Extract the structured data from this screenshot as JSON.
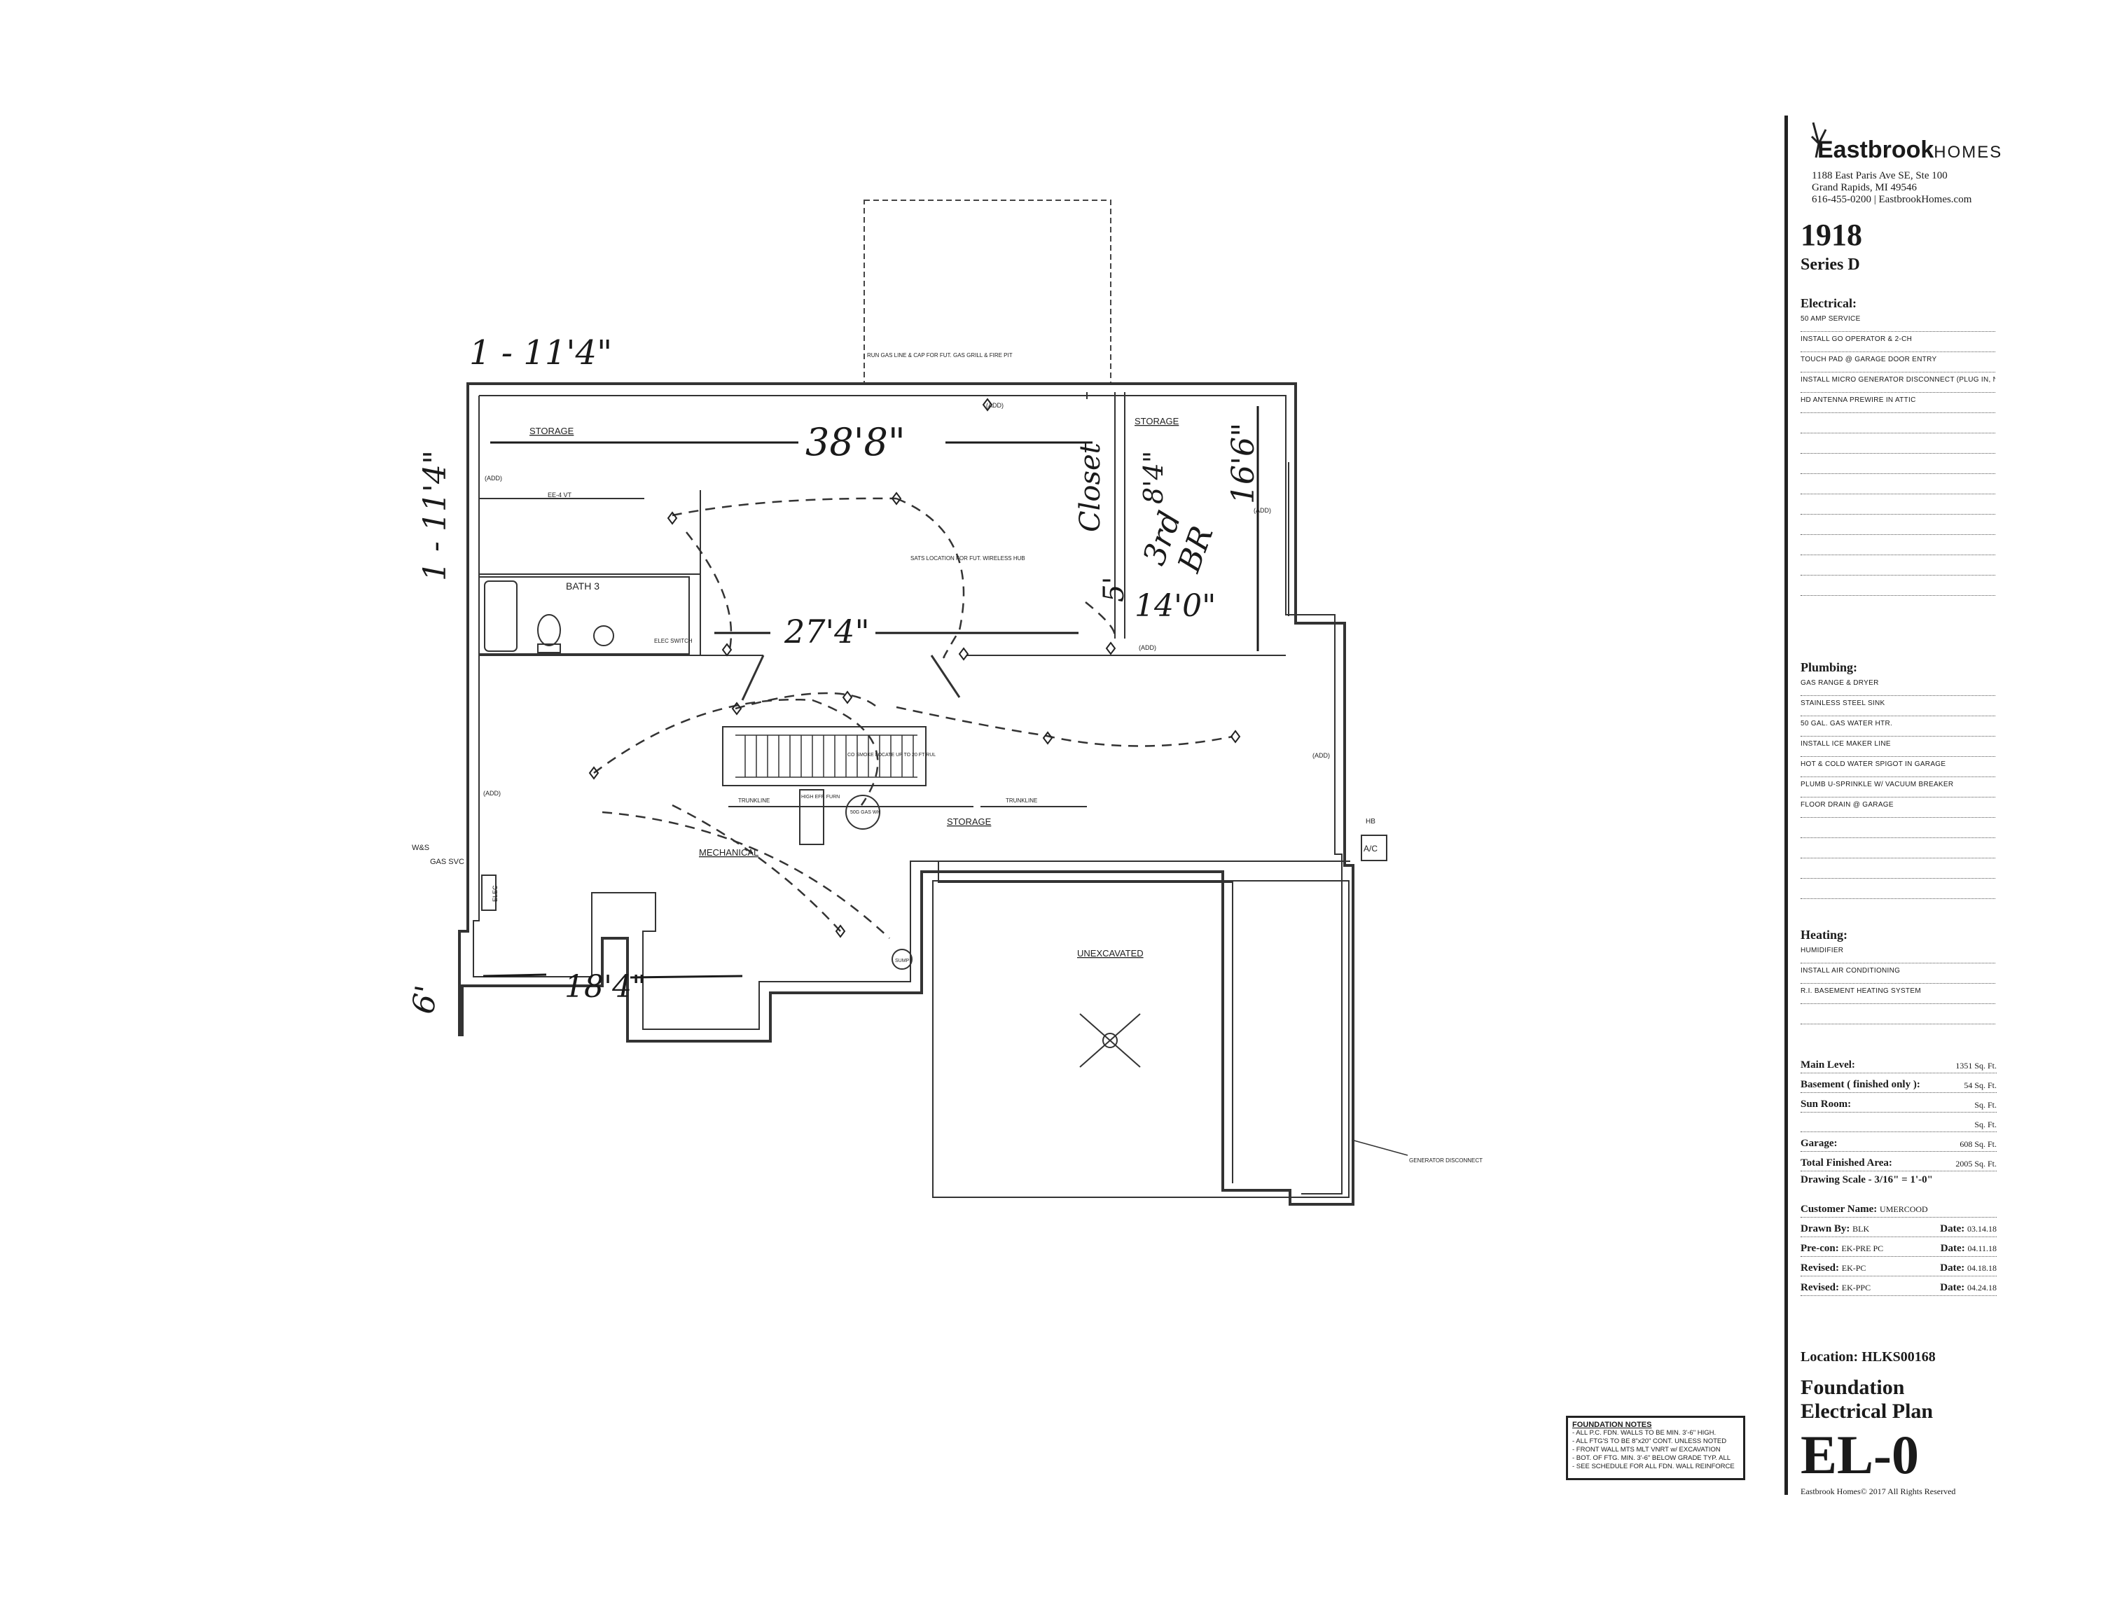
{
  "plan": {
    "rooms": {
      "storage_top_left": "STORAGE",
      "storage_top_right": "STORAGE",
      "bath": "BATH 3",
      "mechanical": "MECHANICAL",
      "storage_mid": "STORAGE",
      "unexcavated": "UNEXCAVATED"
    },
    "notes_small": {
      "gas_line": "RUN GAS LINE & CAP FOR FUT. GAS GRILL & FIRE PIT",
      "sats": "SATS LOCATION FOR FUT. WIRELESS HUB",
      "add": "(ADD)",
      "ee_vt": "EE-4 VT",
      "switch": "ELEC SWITCH",
      "trunk_left": "TRUNKLINE",
      "trunk_right": "TRUNKLINE",
      "ws": "W&S",
      "gas_svc": "GAS SVC",
      "elec": "ELEC",
      "ac": "A/C",
      "hb": "HB",
      "generator": "GENERATOR DISCONNECT",
      "gas_wh": "50G GAS WH",
      "high_eff": "HIGH EFF. FURN",
      "co_smoke": "CO SMOKE LOCATE UP TO 20 FT RUL",
      "sump": "SUMP"
    },
    "handwritten": {
      "dim_top": "1 - 11'4\"",
      "dim_left": "1 - 11'4\"",
      "dim_38": "38'8\"",
      "dim_27": "27'4\"",
      "closet": "Closet",
      "dim_84": "8'4\"",
      "dim_5": "5'",
      "bedroom_a": "3rd",
      "bedroom_b": "BR",
      "dim_14": "14'0\"",
      "dim_166": "16'6\"",
      "dim_6": "6'",
      "dim_184": "18'4\""
    }
  },
  "foundation_notes": {
    "title": "FOUNDATION NOTES",
    "lines": [
      "- ALL P.C. FDN. WALLS TO BE MIN. 3'-6\" HIGH.",
      "- ALL FTG'S TO BE 8\"x20\" CONT. UNLESS NOTED",
      "- FRONT WALL MTS MLT VNRT w/ EXCAVATION",
      "- BOT. OF FTG. MIN. 3'-6\" BELOW GRADE TYP. ALL",
      "- SEE SCHEDULE FOR ALL FDN. WALL REINFORCE"
    ]
  },
  "title_block": {
    "brand_a": "Eastbrook",
    "brand_b": "HOMES",
    "address": [
      "1188 East Paris Ave SE, Ste 100",
      "Grand Rapids, MI 49546",
      "616-455-0200 | EastbrookHomes.com"
    ],
    "plan_number": "1918",
    "series": "Series D",
    "electrical_heading": "Electrical:",
    "electrical": [
      "50 AMP SERVICE",
      "INSTALL GO OPERATOR & 2-CH",
      "TOUCH PAD @ GARAGE DOOR ENTRY",
      "INSTALL MICRO GENERATOR DISCONNECT (PLUG IN, NOT WHOLE HOUSE STANDBY)",
      "HD ANTENNA PREWIRE IN ATTIC",
      "",
      "",
      "",
      "",
      "",
      "",
      "",
      "",
      ""
    ],
    "plumbing_heading": "Plumbing:",
    "plumbing": [
      "GAS RANGE & DRYER",
      "STAINLESS STEEL SINK",
      "50 GAL. GAS WATER HTR.",
      "INSTALL ICE MAKER LINE",
      "HOT & COLD WATER SPIGOT IN GARAGE",
      "PLUMB U-SPRINKLE W/ VACUUM BREAKER",
      "FLOOR DRAIN @ GARAGE",
      "",
      "",
      "",
      ""
    ],
    "heating_heading": "Heating:",
    "heating": [
      "HUMIDIFIER",
      "INSTALL AIR CONDITIONING",
      "R.I. BASEMENT HEATING SYSTEM",
      ""
    ],
    "areas": [
      {
        "label": "Main Level:",
        "value": "1351 Sq. Ft."
      },
      {
        "label": "Basement ( finished only ):",
        "value": "54 Sq. Ft."
      },
      {
        "label": "Sun Room:",
        "value": "Sq. Ft."
      },
      {
        "label": "",
        "value": "Sq. Ft."
      },
      {
        "label": "Garage:",
        "value": "608 Sq. Ft."
      },
      {
        "label": "Total Finished Area:",
        "value": "2005 Sq. Ft."
      }
    ],
    "scale": "Drawing Scale - 3/16\" = 1'-0\"",
    "info": [
      {
        "label": "Customer Name:",
        "value": "UMERCOOD"
      },
      {
        "label": "Drawn By:",
        "value": "BLK",
        "label2": "Date:",
        "value2": "03.14.18"
      },
      {
        "label": "Pre-con:",
        "value": "EK-PRE PC",
        "label2": "Date:",
        "value2": "04.11.18"
      },
      {
        "label": "Revised:",
        "value": "EK-PC",
        "label2": "Date:",
        "value2": "04.18.18"
      },
      {
        "label": "Revised:",
        "value": "EK-PPC",
        "label2": "Date:",
        "value2": "04.24.18"
      }
    ],
    "location": "Location: HLKS00168",
    "title_a": "Foundation",
    "title_b": "Electrical Plan",
    "sheet": "EL-0",
    "copyright": "Eastbrook Homes© 2017  All Rights Reserved"
  }
}
